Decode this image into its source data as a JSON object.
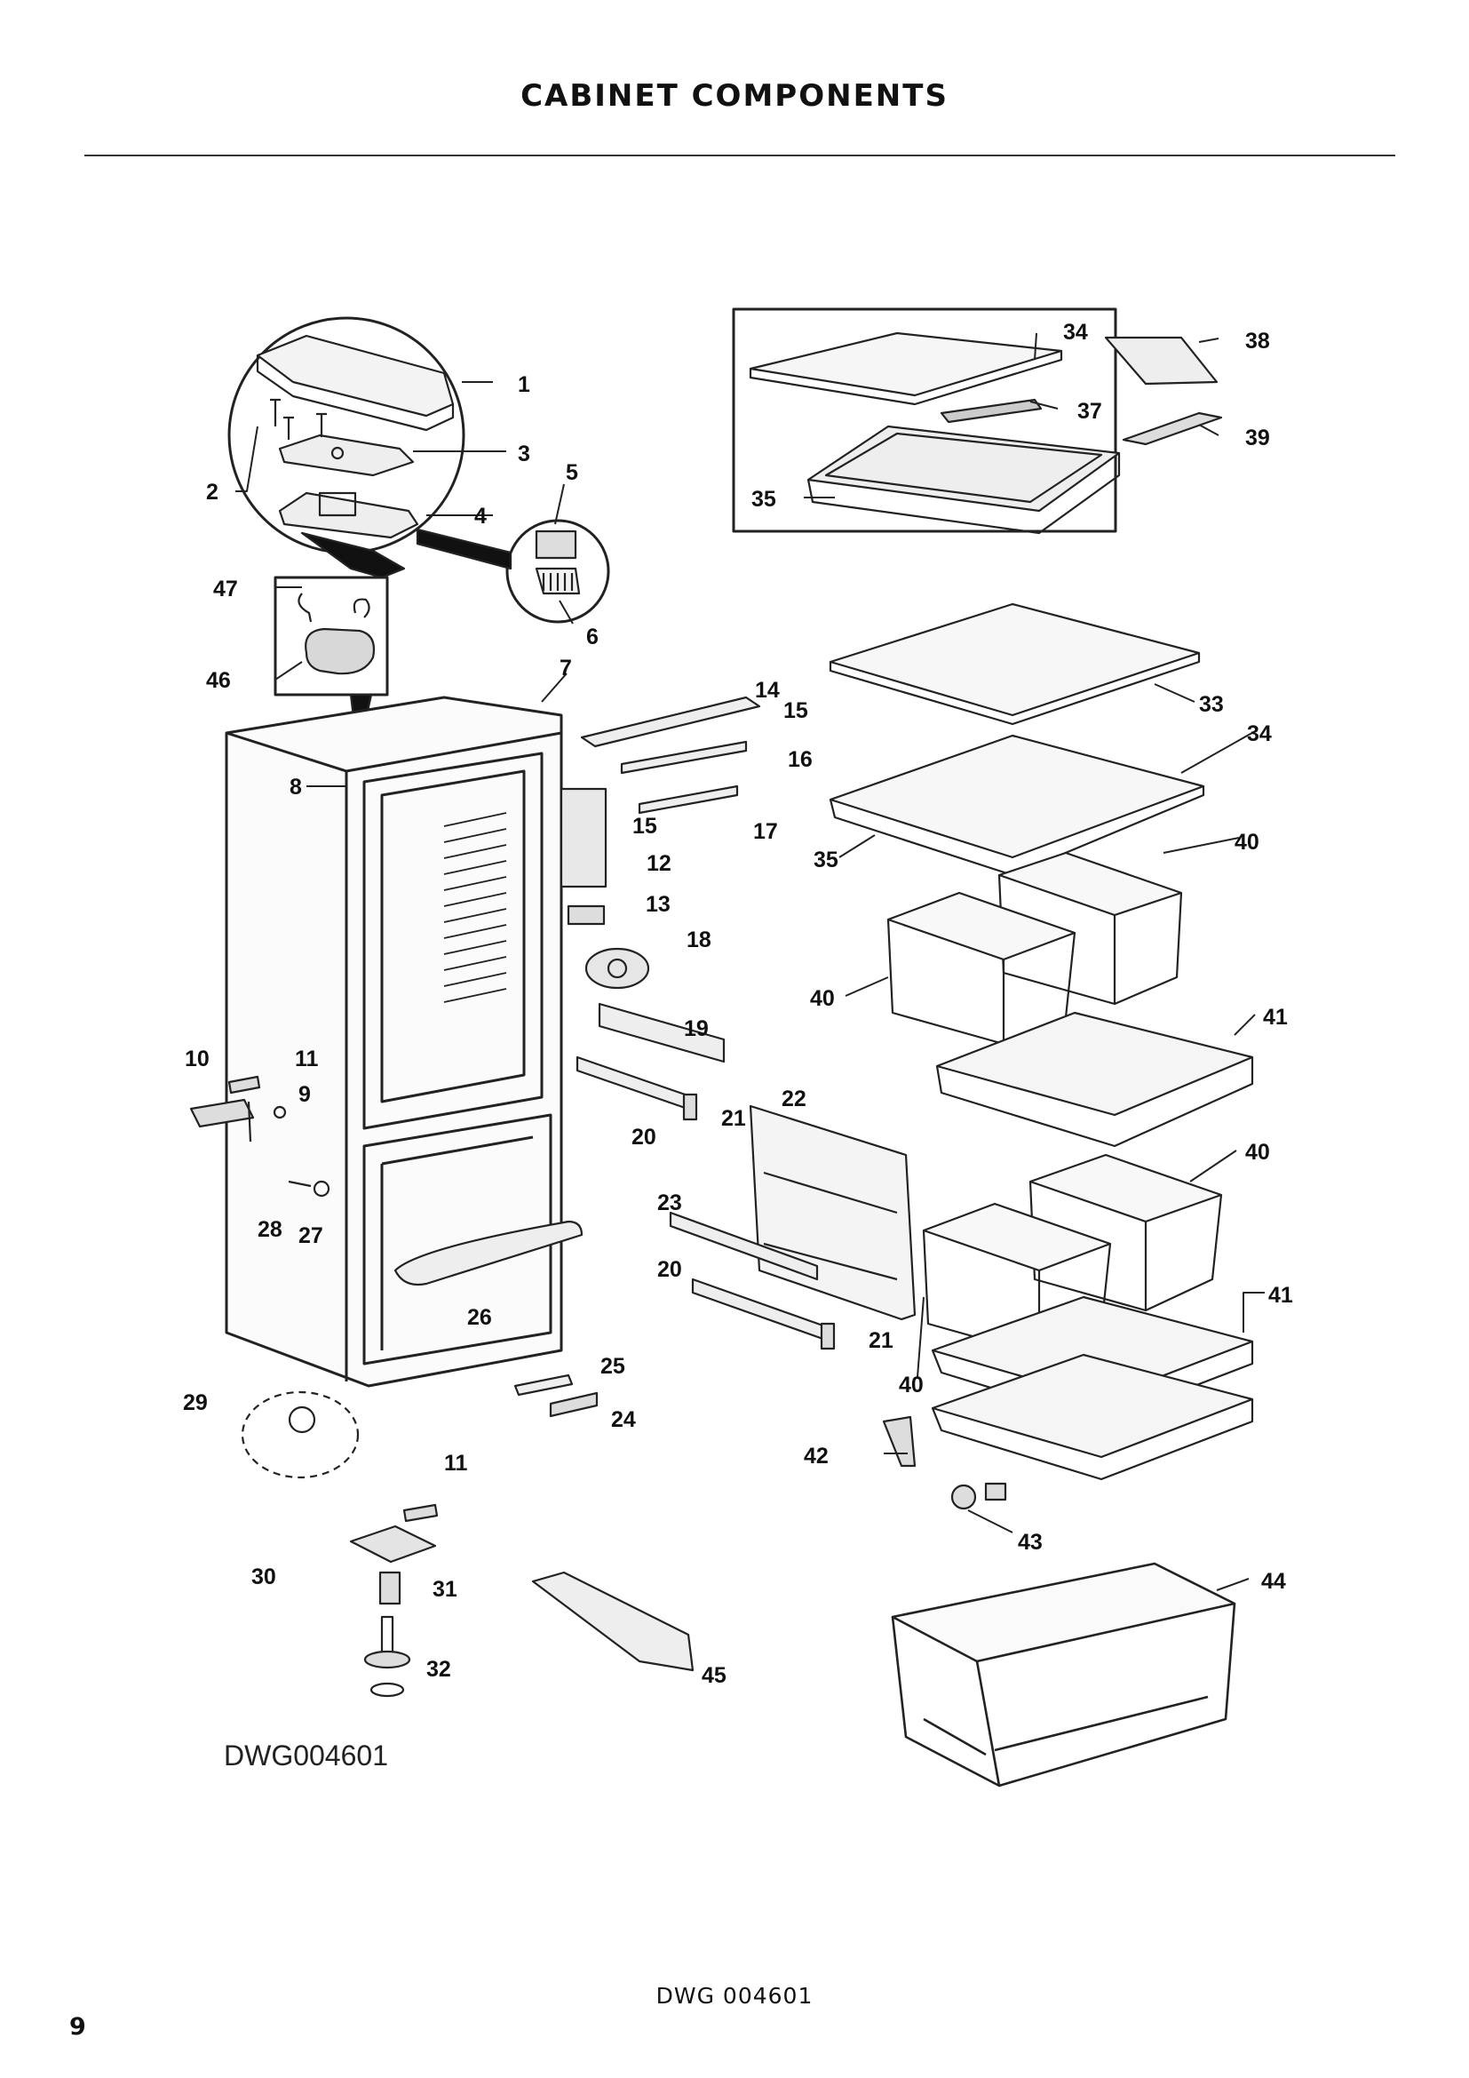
{
  "page": {
    "title": "CABINET COMPONENTS",
    "drawing_id": "DWG004601",
    "footer_code": "DWG 004601",
    "page_number": "9"
  },
  "diagram": {
    "callouts": [
      {
        "num": "1"
      },
      {
        "num": "2"
      },
      {
        "num": "3"
      },
      {
        "num": "4"
      },
      {
        "num": "5"
      },
      {
        "num": "6"
      },
      {
        "num": "7"
      },
      {
        "num": "8"
      },
      {
        "num": "9"
      },
      {
        "num": "10"
      },
      {
        "num": "11"
      },
      {
        "num": "11"
      },
      {
        "num": "12"
      },
      {
        "num": "13"
      },
      {
        "num": "14"
      },
      {
        "num": "15"
      },
      {
        "num": "15"
      },
      {
        "num": "16"
      },
      {
        "num": "17"
      },
      {
        "num": "18"
      },
      {
        "num": "19"
      },
      {
        "num": "20"
      },
      {
        "num": "20"
      },
      {
        "num": "21"
      },
      {
        "num": "21"
      },
      {
        "num": "22"
      },
      {
        "num": "23"
      },
      {
        "num": "24"
      },
      {
        "num": "25"
      },
      {
        "num": "26"
      },
      {
        "num": "27"
      },
      {
        "num": "28"
      },
      {
        "num": "29"
      },
      {
        "num": "30"
      },
      {
        "num": "31"
      },
      {
        "num": "32"
      },
      {
        "num": "33"
      },
      {
        "num": "34"
      },
      {
        "num": "34"
      },
      {
        "num": "35"
      },
      {
        "num": "35"
      },
      {
        "num": "37"
      },
      {
        "num": "38"
      },
      {
        "num": "39"
      },
      {
        "num": "40"
      },
      {
        "num": "40"
      },
      {
        "num": "40"
      },
      {
        "num": "40"
      },
      {
        "num": "41"
      },
      {
        "num": "41"
      },
      {
        "num": "42"
      },
      {
        "num": "43"
      },
      {
        "num": "44"
      },
      {
        "num": "45"
      },
      {
        "num": "46"
      },
      {
        "num": "47"
      }
    ]
  }
}
